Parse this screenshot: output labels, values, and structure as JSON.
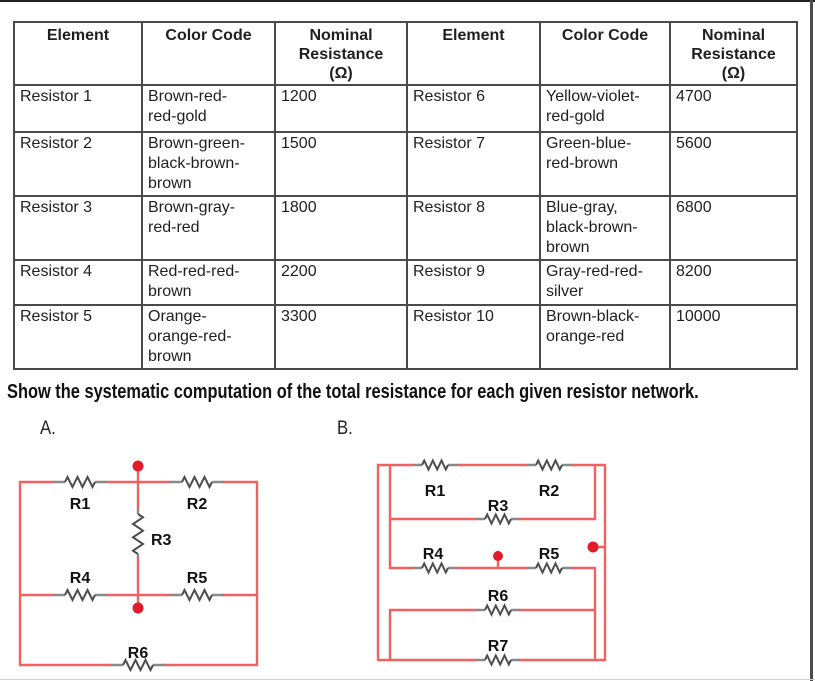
{
  "colors": {
    "wire": "#f26060",
    "dot": "#e21b2b",
    "resistor_body": "#4d4d4d",
    "resistor_lead": "#8a8a8a",
    "table_border": "#4a4a4a"
  },
  "table": {
    "headers": [
      "Element",
      "Color Code",
      "Nominal\nResistance\n(Ω)",
      "Element",
      "Color Code",
      "Nominal\nResistance\n(Ω)"
    ],
    "rows": [
      [
        "Resistor 1",
        "Brown-red-\nred-gold",
        "1200",
        "Resistor 6",
        "Yellow-violet-\nred-gold",
        "4700"
      ],
      [
        "Resistor 2",
        "Brown-green-\nblack-brown-\nbrown",
        "1500",
        "Resistor 7",
        "Green-blue-\nred-brown",
        "5600"
      ],
      [
        "Resistor 3",
        "Brown-gray-\nred-red",
        "1800",
        "Resistor 8",
        "Blue-gray,\nblack-brown-\nbrown",
        "6800"
      ],
      [
        "Resistor 4",
        "Red-red-red-\nbrown",
        "2200",
        "Resistor 9",
        "Gray-red-red-\nsilver",
        "8200"
      ],
      [
        "Resistor 5",
        "Orange-\norange-red-\nbrown",
        "3300",
        "Resistor 10",
        "Brown-black-\norange-red",
        "10000"
      ]
    ]
  },
  "prompt": "Show the systematic computation of the total resistance for each given resistor network.",
  "sections": {
    "a": "A.",
    "b": "B."
  },
  "circuit_a": {
    "labels": [
      "R1",
      "R2",
      "R3",
      "R4",
      "R5",
      "R6"
    ]
  },
  "circuit_b": {
    "labels": [
      "R1",
      "R2",
      "R3",
      "R4",
      "R5",
      "R6",
      "R7"
    ]
  }
}
